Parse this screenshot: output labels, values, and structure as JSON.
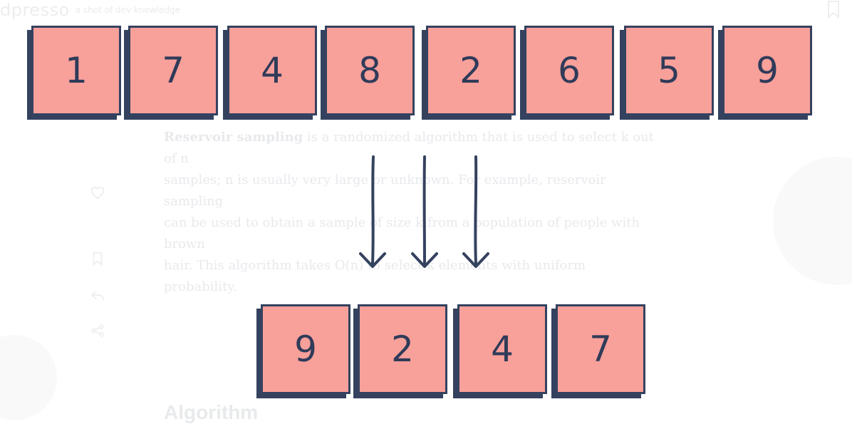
{
  "brand": {
    "logo": "dpresso",
    "tagline": "a shot of dev knowledge"
  },
  "article": {
    "paragraph_start": "Reservoir sampling",
    "paragraph_line1_rest": " is a randomized algorithm that is used to select k out of n",
    "line2": "samples; n is usually very large or unknown. For example, reservoir sampling",
    "line3": "can be used to obtain a sample of size k from a population of people with brown",
    "line4": "hair. This algorithm takes O(n) to select k elements with uniform probability."
  },
  "section": {
    "title": "Algorithm"
  },
  "population": {
    "items": [
      "1",
      "7",
      "4",
      "8",
      "2",
      "6",
      "5",
      "9"
    ]
  },
  "reservoir": {
    "items": [
      "9",
      "2",
      "4",
      "7"
    ]
  },
  "colors": {
    "box_fill": "#f8a09a",
    "box_stroke": "#34425f",
    "digit": "#2f3b59"
  },
  "icons": {
    "like": "heart-icon",
    "save": "bookmark-icon",
    "share": "share-icon",
    "reply": "reply-icon"
  }
}
